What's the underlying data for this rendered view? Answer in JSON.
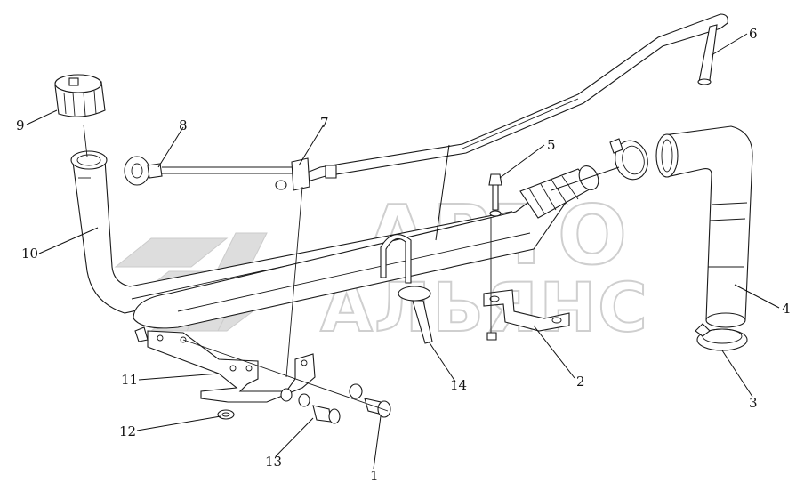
{
  "watermark": {
    "line1": "АВТО",
    "line2": "АЛЬЯНС",
    "color": "#d9d9d9"
  },
  "callouts": [
    "1",
    "2",
    "3",
    "4",
    "5",
    "6",
    "7",
    "8",
    "9",
    "10",
    "11",
    "12",
    "13",
    "14"
  ],
  "colors": {
    "line": "#1a1a1a",
    "background": "#ffffff"
  }
}
